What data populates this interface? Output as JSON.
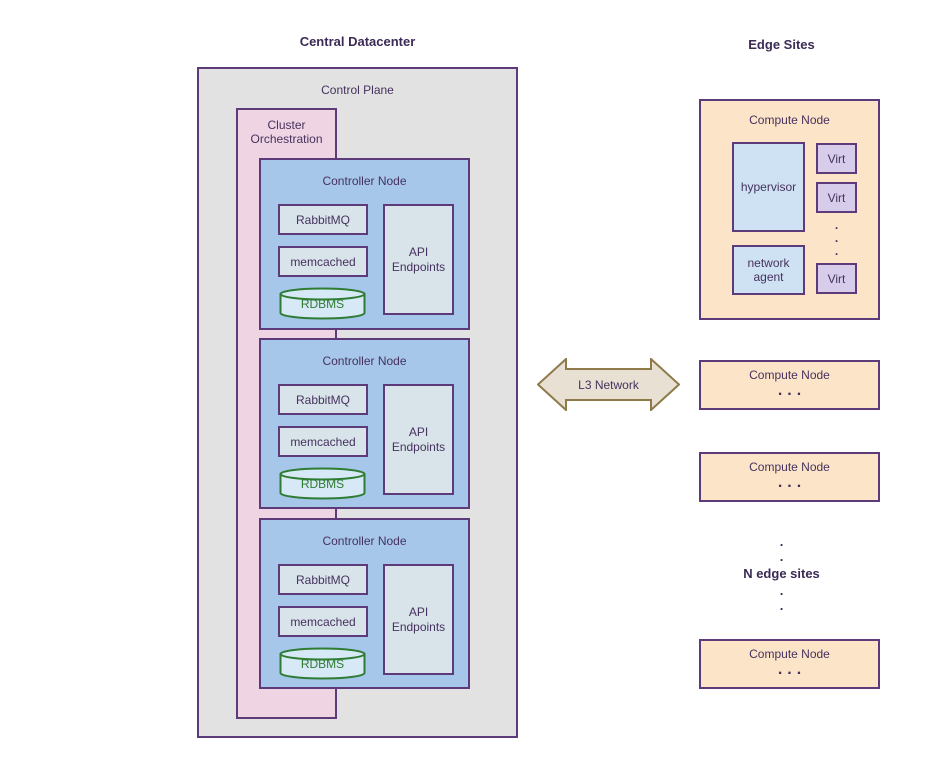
{
  "central": {
    "title": "Central Datacenter",
    "control_plane": {
      "label": "Control Plane",
      "cluster_orchestration": {
        "label": "Cluster Orchestration"
      },
      "controller_nodes": [
        {
          "label": "Controller Node",
          "rabbitmq": "RabbitMQ",
          "memcached": "memcached",
          "rdbms": "RDBMS",
          "api_endpoints": "API Endpoints"
        },
        {
          "label": "Controller Node",
          "rabbitmq": "RabbitMQ",
          "memcached": "memcached",
          "rdbms": "RDBMS",
          "api_endpoints": "API Endpoints"
        },
        {
          "label": "Controller Node",
          "rabbitmq": "RabbitMQ",
          "memcached": "memcached",
          "rdbms": "RDBMS",
          "api_endpoints": "API Endpoints"
        }
      ]
    }
  },
  "network": {
    "label": "L3 Network"
  },
  "edge": {
    "title": "Edge Sites",
    "compute_node": {
      "label": "Compute Node",
      "hypervisor": "hypervisor",
      "network_agent": "network agent",
      "virts": [
        "Virt",
        "Virt",
        "Virt"
      ],
      "dots": [
        ".",
        ".",
        "."
      ]
    },
    "compute_nodes_small": [
      {
        "label": "Compute Node",
        "ellipsis": "..."
      },
      {
        "label": "Compute Node",
        "ellipsis": "..."
      },
      {
        "label": "Compute Node",
        "ellipsis": "..."
      }
    ],
    "n_edge_sites": {
      "dots_above": [
        ".",
        "."
      ],
      "label": "N edge sites",
      "dots_below": [
        ".",
        "."
      ]
    }
  },
  "colors": {
    "border_purple": "#5d3a7a",
    "fill_gray": "#e2e2e2",
    "fill_pink": "#efd5e4",
    "fill_blue": "#a6c7ea",
    "fill_inner_bluegray": "#d8e4ea",
    "fill_peach": "#fbe4c7",
    "fill_lightblue": "#cfe2f3",
    "fill_lavender": "#d7cdea",
    "rdbms_green": "#2e7d32",
    "rdbms_fill": "#d7e8f6",
    "arrow_fill": "#e7e0d3",
    "arrow_stroke": "#8f7a4a",
    "text_purple": "#46325e"
  }
}
